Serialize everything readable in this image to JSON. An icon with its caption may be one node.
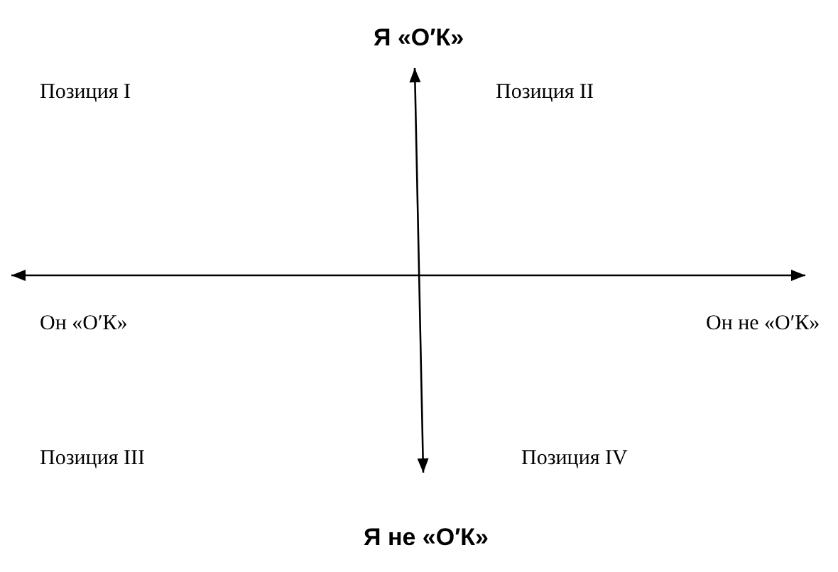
{
  "diagram": {
    "labels": [
      "Я «О′К»",
      "Позиция I",
      "Позиция II",
      "Он «О′К»",
      "Он не «О′К»",
      "Позиция III",
      "Позиция IV",
      "Я не «О′К»"
    ]
  }
}
